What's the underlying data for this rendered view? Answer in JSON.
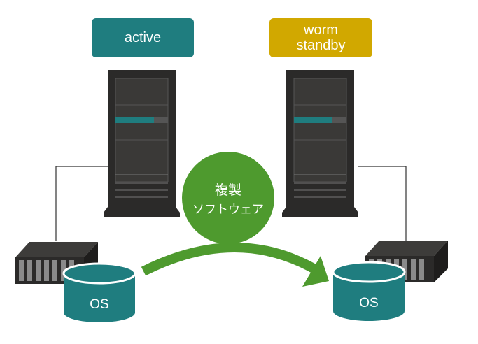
{
  "nodes": {
    "active": {
      "label": "active"
    },
    "standby": {
      "label": "worm\nstandby"
    },
    "replication": {
      "line1": "複製",
      "line2": "ソフトウェア"
    },
    "os_left": {
      "label": "OS"
    },
    "os_right": {
      "label": "OS"
    }
  },
  "colors": {
    "teal": "#1f7d7f",
    "gold": "#d1a800",
    "green": "#4e9a2e",
    "server_dark": "#2b2a29",
    "line": "#333333"
  }
}
